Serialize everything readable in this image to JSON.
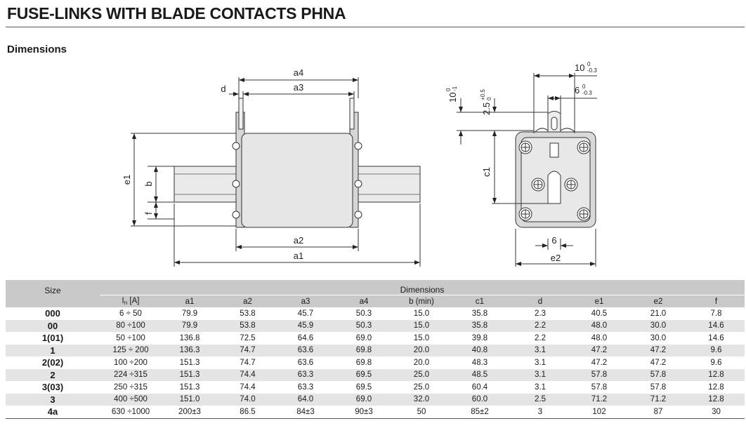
{
  "header": {
    "title": "FUSE-LINKS WITH BLADE CONTACTS PHNA",
    "subtitle": "Dimensions"
  },
  "drawing_labels": {
    "a4": "a4",
    "a3": "a3",
    "d": "d",
    "a2": "a2",
    "a1": "a1",
    "e1": "e1",
    "b": "b",
    "f": "f",
    "c1": "c1",
    "e2": "e2",
    "six": "6",
    "ten_tol": "10-0,3",
    "ten_tol_main": "10",
    "ten_tol_up": "0",
    "ten_tol_down": "-0.3",
    "six_tol_main": "6",
    "six_tol_up": "0",
    "six_tol_down": "-0.3",
    "left_ten": "10",
    "left_ten_up": "0",
    "left_ten_down": "-1",
    "two_five": "2.5",
    "two_five_up": "+0.5",
    "two_five_down": "0"
  },
  "table": {
    "size_header": "Size",
    "group_header": "Dimensions",
    "columns": [
      "In [A]",
      "a1",
      "a2",
      "a3",
      "a4",
      "b (min)",
      "c1",
      "d",
      "e1",
      "e2",
      "f"
    ],
    "in_main": "I",
    "in_sub": "n",
    "in_unit": " [A]",
    "rows": [
      {
        "size": "000",
        "values": [
          "6 ÷ 50",
          "79.9",
          "53.8",
          "45.7",
          "50.3",
          "15.0",
          "35.8",
          "2.3",
          "40.5",
          "21.0",
          "7.8"
        ]
      },
      {
        "size": "00",
        "values": [
          "80 ÷100",
          "79.9",
          "53.8",
          "45.9",
          "50.3",
          "15.0",
          "35.8",
          "2.2",
          "48.0",
          "30.0",
          "14.6"
        ]
      },
      {
        "size": "1(01)",
        "values": [
          "50 ÷100",
          "136.8",
          "72.5",
          "64.6",
          "69.0",
          "15.0",
          "39.8",
          "2.2",
          "48.0",
          "30.0",
          "14.6"
        ]
      },
      {
        "size": "1",
        "values": [
          "125 ÷ 200",
          "136.3",
          "74.7",
          "63.6",
          "69.8",
          "20.0",
          "40.8",
          "3.1",
          "47.2",
          "47.2",
          "9.6"
        ]
      },
      {
        "size": "2(02)",
        "values": [
          "100 ÷200",
          "151.3",
          "74.7",
          "63.6",
          "69.8",
          "20.0",
          "48.3",
          "3.1",
          "47.2",
          "47.2",
          "9.6"
        ]
      },
      {
        "size": "2",
        "values": [
          "224 ÷315",
          "151.3",
          "74.4",
          "63.3",
          "69.5",
          "25.0",
          "48.5",
          "3.1",
          "57.8",
          "57.8",
          "12.8"
        ]
      },
      {
        "size": "3(03)",
        "values": [
          "250 ÷315",
          "151.3",
          "74.4",
          "63.3",
          "69.5",
          "25.0",
          "60.4",
          "3.1",
          "57.8",
          "57.8",
          "12.8"
        ]
      },
      {
        "size": "3",
        "values": [
          "400 ÷500",
          "151.0",
          "74.0",
          "64.0",
          "69.0",
          "32.0",
          "60.0",
          "2.5",
          "71.2",
          "71.2",
          "12.8"
        ]
      },
      {
        "size": "4a",
        "values": [
          "630 ÷1000",
          "200±3",
          "86.5",
          "84±3",
          "90±3",
          "50",
          "85±2",
          "3",
          "102",
          "87",
          "30"
        ]
      }
    ]
  }
}
